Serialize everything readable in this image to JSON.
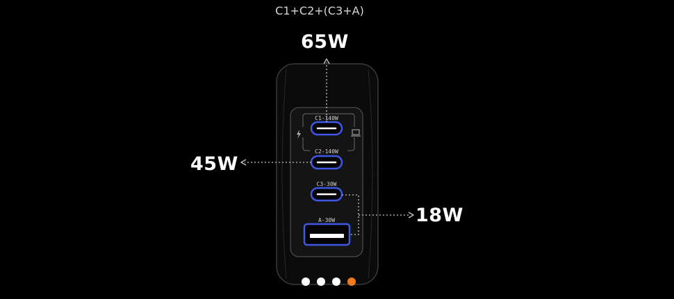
{
  "combo_label": "C1+C2+(C3+A)",
  "outputs": {
    "c1_watt": "65W",
    "c2_watt": "45W",
    "c3_a_watt": "18W"
  },
  "ports": [
    {
      "label": "C1-140W"
    },
    {
      "label": "C2-140W"
    },
    {
      "label": "C3-30W"
    },
    {
      "label": "A-30W"
    }
  ],
  "icons": [
    "lightning-icon",
    "laptop-icon"
  ],
  "carousel": {
    "count": 4,
    "active_index": 3
  },
  "colors": {
    "background": "#000000",
    "port_outline": "#3f59e6",
    "active_dot": "#ee7a1e",
    "inactive_dot": "#ffffff"
  }
}
